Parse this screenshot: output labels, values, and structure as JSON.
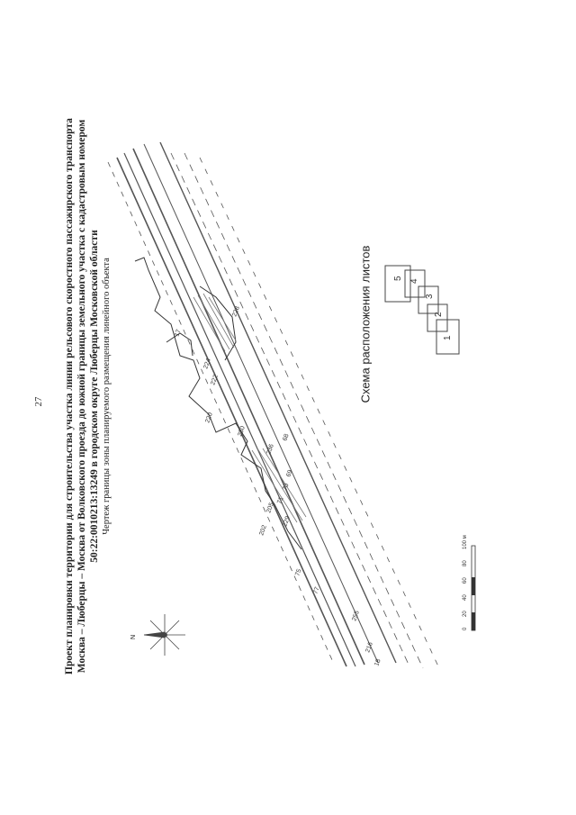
{
  "page": {
    "number": "27"
  },
  "title": {
    "lines": [
      "Проект планировки территории для строительства участка линии рельсового скоростного пассажирского транспорта",
      "Москва – Люберцы – Москва от Волковского проезда до южной границы земельного участка с кадастровым номером",
      "50:22:0010213:13249 в городском округе Люберцы Московской области"
    ],
    "subtitle": "Чертеж границы зоны планируемого размещения линейного объекта"
  },
  "compass": {
    "north_label": "N"
  },
  "scale_bar": {
    "ticks": [
      "0",
      "20",
      "40",
      "60",
      "80",
      "100 м"
    ]
  },
  "sheet_scheme": {
    "label": "Схема расположения листов",
    "sheets": [
      "1",
      "2",
      "3",
      "4",
      "5"
    ]
  },
  "map_labels": [
    "77",
    "75",
    "255",
    "229",
    "71",
    "70",
    "69",
    "68",
    "205",
    "202",
    "220",
    "222",
    "224",
    "230",
    "236",
    "228",
    "216",
    "17",
    "18"
  ]
}
